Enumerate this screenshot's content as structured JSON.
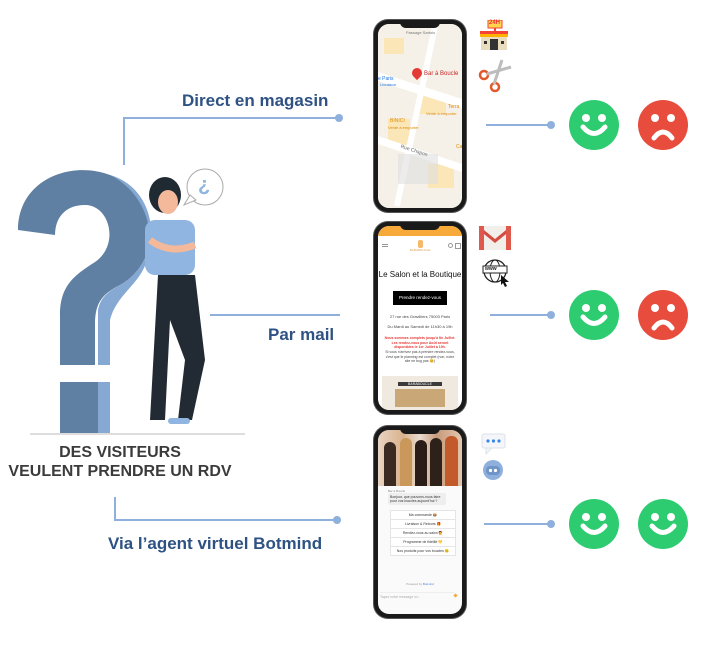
{
  "center": {
    "title_line1": "DES VISITEURS",
    "title_line2": "VEULENT PRENDRE UN RDV",
    "bubble_glyph": "¿"
  },
  "channels": [
    {
      "label": "Direct en magasin",
      "icons": [
        "convenience-store-24h-icon",
        "scissors-icon"
      ],
      "icon_badge": "24H",
      "phone": {
        "type": "map",
        "street_top": "Passage Sartois",
        "place_name": "Bar à Boucle",
        "place_left": "e Paris",
        "place_left_sub": "Livraison",
        "place_right": "Terra",
        "place_right_sub": "Vente à emporter",
        "place_mid": "BINICI",
        "place_mid_sub": "Vente à emporter",
        "street": "Rue Chapon",
        "place_bottom": "Ca"
      },
      "results": [
        "happy",
        "sad"
      ]
    },
    {
      "label": "Par mail",
      "icons": [
        "gmail-icon",
        "www-globe-icon"
      ],
      "icon_badge": "www",
      "phone": {
        "type": "website",
        "brand": "BARABOUCLE",
        "heading": "Le Salon et la Boutique",
        "cta": "Prendre rendez-vous",
        "address": "27 rue des Gravilliers 75003 Paris",
        "hours": "Du Mardi au Samedi de 11h30 à 19h",
        "alert": "Nous sommes complets jusqu'à fin Juillet. Les rendez-vous pour Août seront disponibles le 1er Juillet à 10h.",
        "note": "Si vous n'arrivez pas à prendre rendez-vous, c'est que le planning est complet (non, notre site ne bug pas 😊)",
        "storefront_sign": "BARABOUCLE"
      },
      "results": [
        "happy",
        "sad"
      ]
    },
    {
      "label": "Via l’agent virtuel Botmind",
      "icons": [
        "chat-bubble-icon",
        "robot-icon"
      ],
      "phone": {
        "type": "chatbot",
        "sender": "Bar à Boucle",
        "message": "Bonjour, que pouvons-nous faire pour vos boucles aujourd'hui ?",
        "options": [
          "Ma commande 📦",
          "Livraison & Retours 🎁",
          "Rendez-vous au salon 💇",
          "Programme de fidélité 💛",
          "Nos produits pour vos boucles 😊"
        ],
        "powered_by": "Powered by",
        "powered_brand": "Botmind",
        "input_placeholder": "Tapez votre message ici..."
      },
      "results": [
        "happy",
        "happy"
      ]
    }
  ],
  "colors": {
    "label": "#2e5283",
    "connector": "#8fb0dc",
    "happy": "#2ecc71",
    "sad": "#e74c3c",
    "question_mark": "#5f7fa3",
    "title": "#3b3b3b"
  }
}
